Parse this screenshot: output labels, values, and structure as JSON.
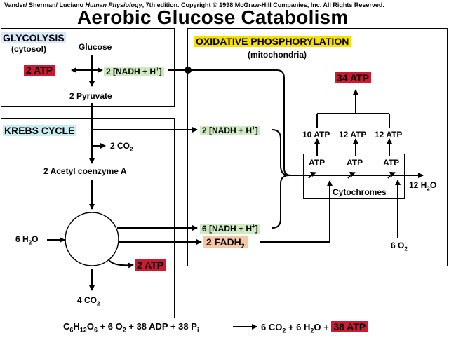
{
  "credit": {
    "before": "Vander/ Sherman/ Luciano ",
    "book": "Human Physiology",
    "after": ", 7th edition. Copyright © 1998 McGraw-Hill Companies, Inc. All Rights Reserved."
  },
  "title": "Aerobic Glucose Catabolism",
  "glycolysis": {
    "heading": "GLYCOLYSIS",
    "location": "(cytosol)",
    "glucose": "Glucose",
    "atp": "2 ATP",
    "nadh_main": "2 [NADH + H",
    "nadh_sup": "+",
    "nadh_close": "]",
    "pyruvate": "2 Pyruvate"
  },
  "krebs": {
    "heading": "KREBS CYCLE",
    "co2_main": "2 CO",
    "co2_sub": "2",
    "acetyl": "2 Acetyl coenzyme A",
    "water_main": "6 H",
    "water_sub": "2",
    "water_end": "O",
    "atp": "2 ATP",
    "co2_out_main": "4 CO",
    "co2_out_sub": "2"
  },
  "oxphos": {
    "heading": "OXIDATIVE PHOSPHORYLATION",
    "location": "(mitochondria)",
    "total_atp": "34 ATP",
    "atp_a": "10 ATP",
    "atp_b": "12 ATP",
    "atp_c": "12 ATP",
    "atp_label": "ATP",
    "cytochromes": "Cytochromes",
    "nadh_top_main": "2 [NADH + H",
    "nadh_top_sup": "+",
    "nadh_top_close": "]",
    "nadh_bot_main": "6 [NADH + H",
    "nadh_bot_sup": "+",
    "nadh_bot_close": "]",
    "fadh_main": "2 FADH",
    "fadh_sub": "2",
    "water_out_main": "12 H",
    "water_out_sub": "2",
    "water_out_end": "O",
    "o2_main": "6 O",
    "o2_sub": "2"
  },
  "equation": {
    "c": "C",
    "c_sub": "6",
    "h": "H",
    "h_sub": "12",
    "o": "O",
    "o_sub": "6",
    "plus_o2": " + 6 O",
    "o2_sub": "2",
    "mid": " + 38 ADP + 38 P",
    "pi_sub": "i",
    "products": "6 CO",
    "co2_sub": "2",
    "plus_h2o": " + 6 H",
    "h2o_sub": "2",
    "h2o_end": "O + ",
    "atp": "38 ATP"
  },
  "colors": {
    "atp_highlight": "#cc1a33",
    "nadh_highlight": "#cfe9c2",
    "oxphos_highlight": "#f5e000",
    "fadh_highlight": "#f6c7a4"
  }
}
